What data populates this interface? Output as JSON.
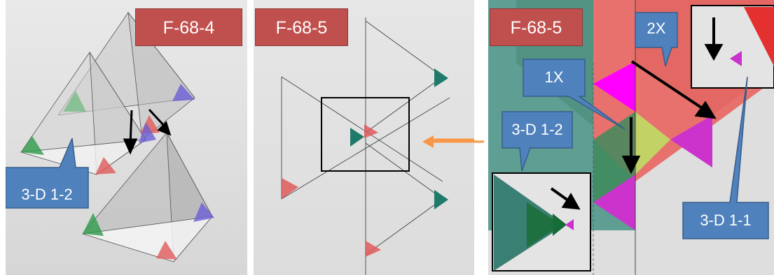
{
  "panels": [
    {
      "label": "F-68-4",
      "callouts": [
        {
          "text": "3-D 1-2"
        }
      ]
    },
    {
      "label": "F-68-5",
      "callouts": []
    },
    {
      "label": "F-68-5",
      "callouts": [
        {
          "text": "2X"
        },
        {
          "text": "1X"
        },
        {
          "text": "3-D 1-2"
        },
        {
          "text": "3-D 1-1"
        }
      ]
    }
  ],
  "colors": {
    "label_red": "#c0504d",
    "callout_blue": "#4f81bd",
    "pointer_orange": "#f79646"
  }
}
